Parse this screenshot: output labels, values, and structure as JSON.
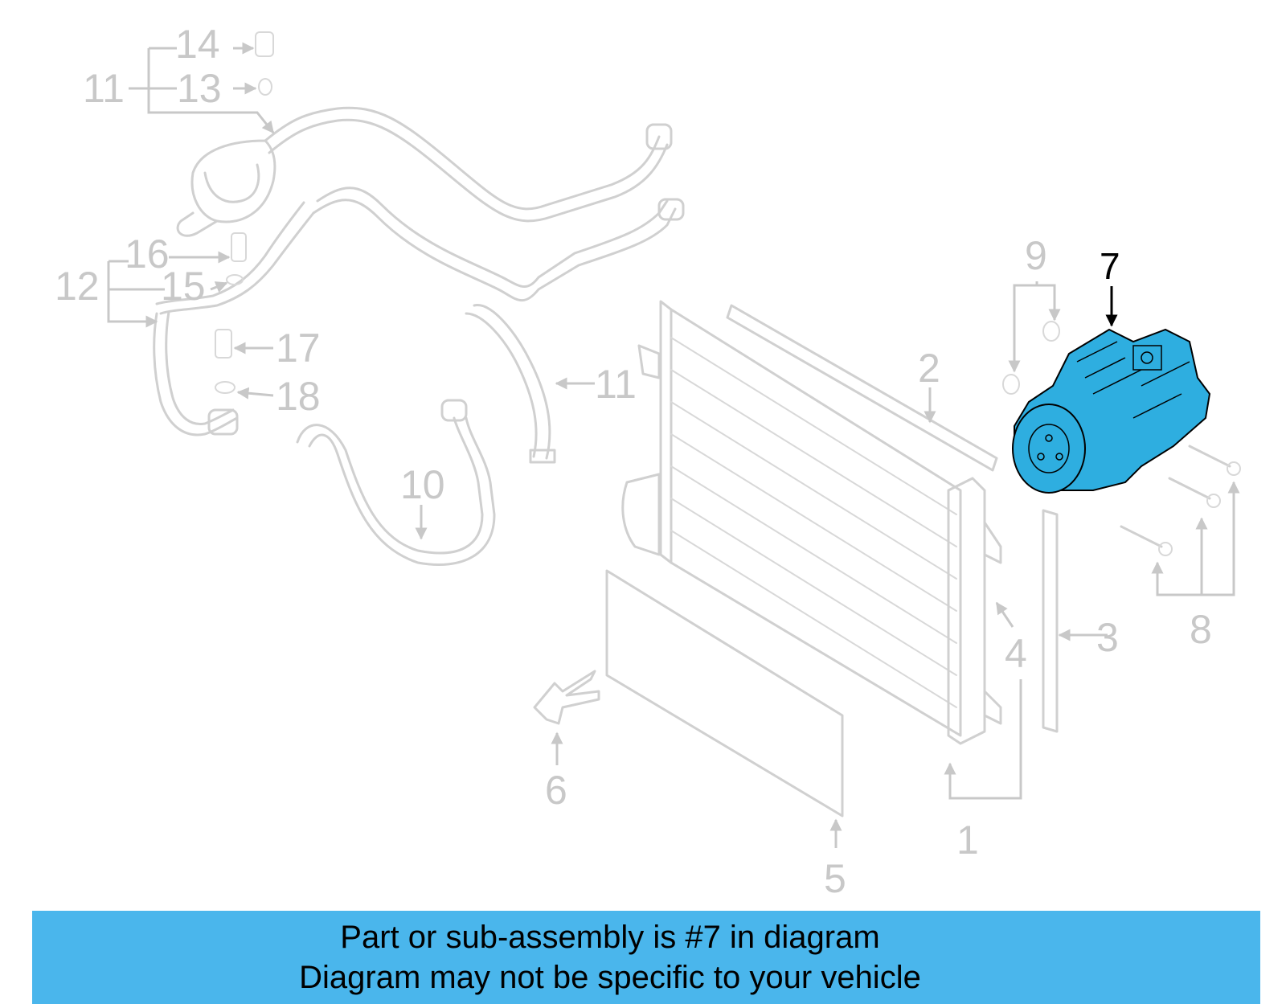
{
  "diagram": {
    "callouts": {
      "c1": "1",
      "c2": "2",
      "c3": "3",
      "c4": "4",
      "c5": "5",
      "c6": "6",
      "c7": "7",
      "c8": "8",
      "c9": "9",
      "c10": "10",
      "c11a": "11",
      "c11b": "11",
      "c12": "12",
      "c13": "13",
      "c14": "14",
      "c15": "15",
      "c16": "16",
      "c17": "17",
      "c18": "18"
    },
    "highlighted_part": "7",
    "colors": {
      "highlight": "#2eaee0",
      "parts": "#d0d0d0",
      "callouts": "#c8c8c8"
    }
  },
  "banner": {
    "line1": "Part or sub-assembly is #7 in diagram",
    "line2": "Diagram may not be specific to your vehicle",
    "background": "#4ab6ec"
  }
}
